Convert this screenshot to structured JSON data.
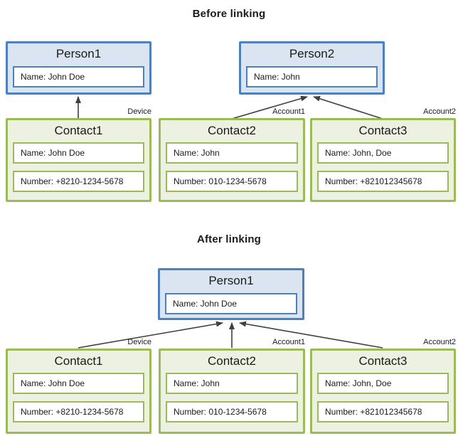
{
  "colors": {
    "person_border": "#4d80bc",
    "person_fill": "#dbe5f2",
    "contact_border": "#9bbb59",
    "contact_fill": "#edf1e2",
    "text": "#1a1a1a",
    "arrow": "#3f3f3f",
    "background": "#ffffff"
  },
  "before": {
    "title": "Before linking",
    "persons": [
      {
        "title": "Person1",
        "name_field": "Name: John Doe"
      },
      {
        "title": "Person2",
        "name_field": "Name: John"
      }
    ],
    "tags": [
      "Device",
      "Account1",
      "Account2"
    ],
    "contacts": [
      {
        "title": "Contact1",
        "name_field": "Name: John Doe",
        "number_field": "Number: +8210-1234-5678"
      },
      {
        "title": "Contact2",
        "name_field": "Name: John",
        "number_field": "Number: 010-1234-5678"
      },
      {
        "title": "Contact3",
        "name_field": "Name: John, Doe",
        "number_field": "Number: +821012345678"
      }
    ]
  },
  "after": {
    "title": "After linking",
    "person": {
      "title": "Person1",
      "name_field": "Name: John Doe"
    },
    "tags": [
      "Device",
      "Account1",
      "Account2"
    ],
    "contacts": [
      {
        "title": "Contact1",
        "name_field": "Name: John Doe",
        "number_field": "Number: +8210-1234-5678"
      },
      {
        "title": "Contact2",
        "name_field": "Name: John",
        "number_field": "Number: 010-1234-5678"
      },
      {
        "title": "Contact3",
        "name_field": "Name: John, Doe",
        "number_field": "Number: +821012345678"
      }
    ]
  }
}
